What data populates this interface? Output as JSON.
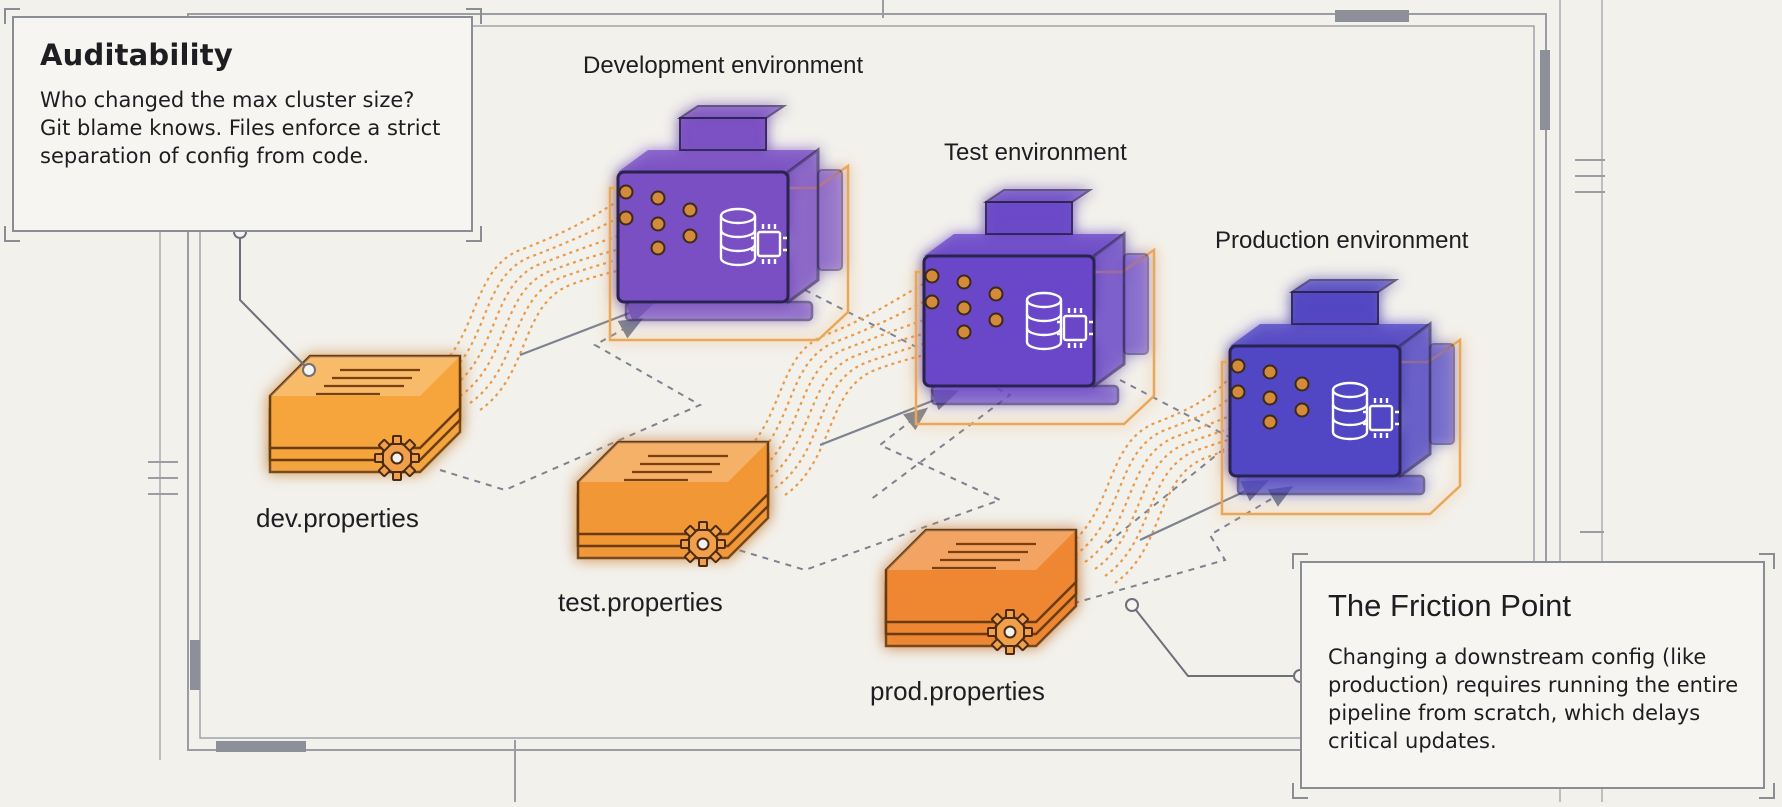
{
  "callouts": {
    "auditability": {
      "title": "Auditability",
      "body": "Who changed the max cluster size? Git blame knows. Files enforce a strict separation of config from code."
    },
    "friction": {
      "title": "The Friction Point",
      "body": "Changing a downstream config (like production) requires running the entire pipeline from scratch, which delays critical updates."
    }
  },
  "environments": [
    {
      "label": "Development environment",
      "icon": "database-chip-icon",
      "color": "#7a4fc4"
    },
    {
      "label": "Test environment",
      "icon": "database-chip-icon",
      "color": "#6a47c8"
    },
    {
      "label": "Production environment",
      "icon": "database-chip-icon",
      "color": "#5146c4"
    }
  ],
  "config_files": [
    {
      "label": "dev.properties",
      "icon": "gear-icon",
      "color": "#f5a53a"
    },
    {
      "label": "test.properties",
      "icon": "gear-icon",
      "color": "#f29736"
    },
    {
      "label": "prod.properties",
      "icon": "gear-icon",
      "color": "#ef8630"
    }
  ],
  "colors": {
    "background": "#f3f1ec",
    "glow": "#f0a04a",
    "frame": "#8a8d94",
    "text": "#1e1e22"
  }
}
